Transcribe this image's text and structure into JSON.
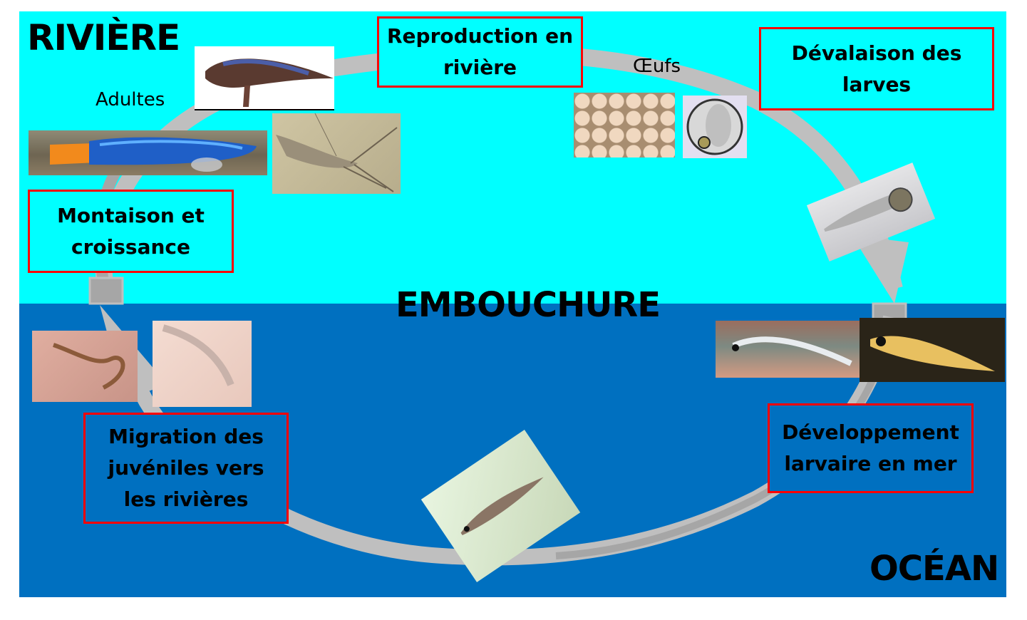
{
  "zones": {
    "river": {
      "label": "RIVIÈRE",
      "color": "#00ffff"
    },
    "estuary": {
      "label": "EMBOUCHURE"
    },
    "ocean": {
      "label": "OCÉAN",
      "color": "#0070c0"
    }
  },
  "stages": [
    {
      "id": "reproduction",
      "label": "Reproduction en rivière",
      "zone": "river"
    },
    {
      "id": "devalaison",
      "label": "Dévalaison des larves",
      "zone": "river"
    },
    {
      "id": "developpement",
      "label": "Développement larvaire en mer",
      "zone": "ocean"
    },
    {
      "id": "migration",
      "label": "Migration des juvéniles vers les rivières",
      "zone": "ocean"
    },
    {
      "id": "montaison",
      "label": "Montaison et croissance",
      "zone": "river"
    }
  ],
  "captions": {
    "adults": "Adultes",
    "eggs": "Œufs"
  },
  "photos": [
    {
      "id": "adult-goby-brown",
      "subject": "adult goby (brown)"
    },
    {
      "id": "adult-goby-blue",
      "subject": "adult goby (blue, orange tail)"
    },
    {
      "id": "adult-shrimp",
      "subject": "adult freshwater shrimp"
    },
    {
      "id": "eggs-cluster",
      "subject": "egg cluster"
    },
    {
      "id": "egg-single",
      "subject": "single egg with embryo"
    },
    {
      "id": "larva-yolk",
      "subject": "larva with yolk sac"
    },
    {
      "id": "larva-shrimp",
      "subject": "shrimp larva on finger"
    },
    {
      "id": "larva-fish",
      "subject": "fish larva (dark background)"
    },
    {
      "id": "marine-larva",
      "subject": "marine shrimp larva"
    },
    {
      "id": "juvenile-goby",
      "subject": "juvenile goby on palm"
    },
    {
      "id": "juvenile-shrimp",
      "subject": "juvenile shrimp on palm"
    }
  ],
  "colors": {
    "box_border": "#ff0000",
    "arc": "#bfbfbf",
    "arc_core": "#a6a6a6"
  }
}
